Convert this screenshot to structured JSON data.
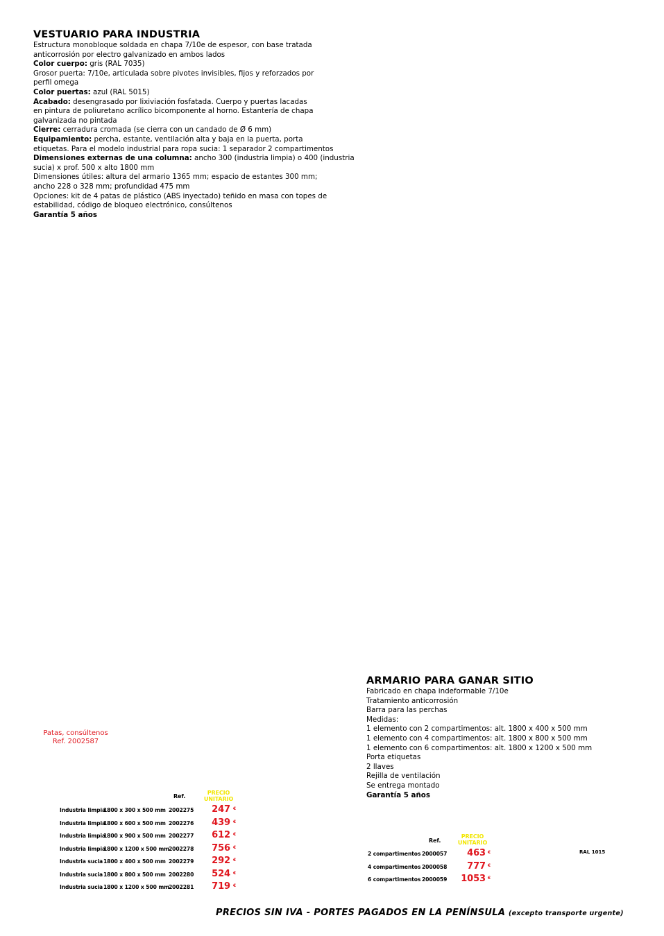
{
  "section1": {
    "title": "VESTUARIO PARA INDUSTRIA",
    "lines": [
      {
        "b": "",
        "t": "Estructura monobloque soldada en chapa 7/10e de espesor, con base tratada"
      },
      {
        "b": "",
        "t": "anticorrosión por electro galvanizado en ambos lados"
      },
      {
        "b": "Color cuerpo:",
        "t": " gris (RAL 7035)"
      },
      {
        "b": "",
        "t": "Grosor puerta: 7/10e, articulada sobre pivotes invisibles, fijos y reforzados por"
      },
      {
        "b": "",
        "t": "perfil omega"
      },
      {
        "b": "Color puertas:",
        "t": " azul (RAL 5015)"
      },
      {
        "b": "Acabado:",
        "t": " desengrasado por lixiviación fosfatada. Cuerpo y puertas lacadas"
      },
      {
        "b": "",
        "t": "en pintura de poliuretano acrílico bicomponente al horno. Estantería de chapa"
      },
      {
        "b": "",
        "t": "galvanizada no pintada"
      },
      {
        "b": "Cierre:",
        "t": " cerradura cromada (se cierra con un candado de Ø 6 mm)"
      },
      {
        "b": "Equipamiento:",
        "t": " percha, estante, ventilación alta y baja en la puerta, porta"
      },
      {
        "b": "",
        "t": "etiquetas. Para el modelo industrial para ropa sucia: 1 separador 2 compartimentos"
      },
      {
        "b": "Dimensiones externas de una columna:",
        "t": " ancho 300 (industria limpia) o 400 (industria"
      },
      {
        "b": "",
        "t": "sucia) x prof. 500 x alto 1800 mm"
      },
      {
        "b": "",
        "t": "Dimensiones útiles: altura del armario 1365 mm; espacio de estantes 300 mm;"
      },
      {
        "b": "",
        "t": "ancho 228 o 328 mm; profundidad 475 mm"
      },
      {
        "b": "",
        "t": "Opciones: kit de 4 patas de plástico (ABS inyectado) teñido en masa con topes de"
      },
      {
        "b": "",
        "t": "estabilidad, código de bloqueo electrónico, consúltenos"
      },
      {
        "b": "Garantía 5 años",
        "t": ""
      }
    ],
    "note_line1": "Patas, consúltenos",
    "note_line2": "Ref. 2002587",
    "table": {
      "ref_header": "Ref.",
      "price_header_1": "PRECIO",
      "price_header_2": "UNITARIO",
      "currency": "€",
      "rows": [
        {
          "type": "Industria limpia",
          "dims": "1800 x 300 x 500 mm",
          "ref": "2002275",
          "price": "247"
        },
        {
          "type": "Industria limpia",
          "dims": "1800 x 600 x 500 mm",
          "ref": "2002276",
          "price": "439"
        },
        {
          "type": "Industria limpia",
          "dims": "1800 x 900 x 500 mm",
          "ref": "2002277",
          "price": "612"
        },
        {
          "type": "Industria limpia",
          "dims": "1800 x 1200 x 500 mm",
          "ref": "2002278",
          "price": "756"
        },
        {
          "type": "Industria sucia",
          "dims": "1800 x 400 x 500 mm",
          "ref": "2002279",
          "price": "292"
        },
        {
          "type": "Industria sucia",
          "dims": "1800 x 800 x 500 mm",
          "ref": "2002280",
          "price": "524"
        },
        {
          "type": "Industria sucia",
          "dims": "1800 x 1200 x 500 mm",
          "ref": "2002281",
          "price": "719"
        }
      ]
    }
  },
  "section2": {
    "title": "ARMARIO PARA GANAR SITIO",
    "lines": [
      {
        "b": "",
        "t": "Fabricado en chapa indeformable 7/10e"
      },
      {
        "b": "",
        "t": "Tratamiento anticorrosión"
      },
      {
        "b": "",
        "t": "Barra para las perchas"
      },
      {
        "b": "",
        "t": "Medidas:"
      },
      {
        "b": "",
        "t": "1 elemento con 2 compartimentos: alt. 1800 x 400 x 500 mm"
      },
      {
        "b": "",
        "t": "1 elemento con 4 compartimentos: alt. 1800 x 800 x 500 mm"
      },
      {
        "b": "",
        "t": "1 elemento con 6 compartimentos: alt. 1800 x 1200 x 500 mm"
      },
      {
        "b": "",
        "t": "Porta etiquetas"
      },
      {
        "b": "",
        "t": "2 llaves"
      },
      {
        "b": "",
        "t": "Rejilla de ventilación"
      },
      {
        "b": "",
        "t": "Se entrega montado"
      },
      {
        "b": "Garantía 5 años",
        "t": ""
      }
    ],
    "ral_label": "RAL 1015",
    "table": {
      "ref_header": "Ref.",
      "price_header_1": "PRECIO",
      "price_header_2": "UNITARIO",
      "currency": "€",
      "rows": [
        {
          "type": "2 compartimentos",
          "ref": "2000057",
          "price": "463"
        },
        {
          "type": "4 compartimentos",
          "ref": "2000058",
          "price": "777"
        },
        {
          "type": "6 compartimentos",
          "ref": "2000059",
          "price": "1053"
        }
      ]
    }
  },
  "footer": {
    "main": "PRECIOS SIN IVA - PORTES PAGADOS EN LA PENÍNSULA",
    "note": "(excepto transporte urgente)"
  },
  "colors": {
    "accent_red": "#e0161e",
    "header_yellow": "#f2e600"
  }
}
